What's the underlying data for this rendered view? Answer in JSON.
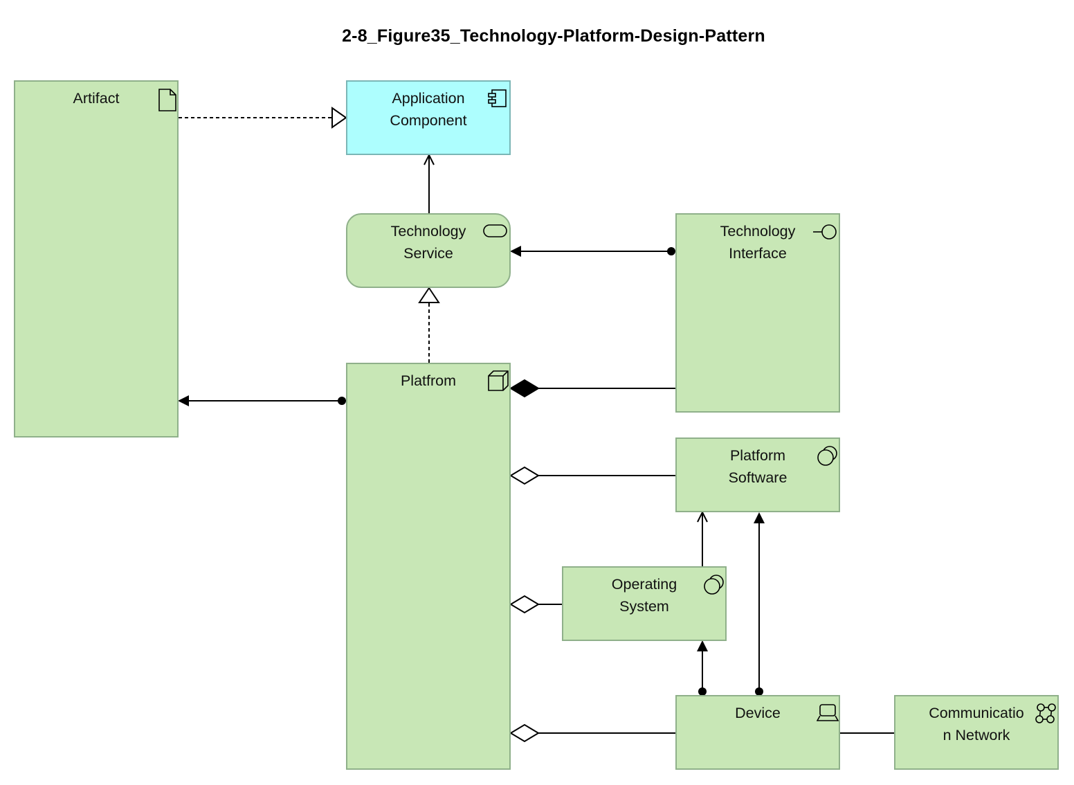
{
  "title": "2-8_Figure35_Technology-Platform-Design-Pattern",
  "elements": {
    "artifact": {
      "lines": [
        "Artifact"
      ],
      "icon": "artifact-icon",
      "color": "#c8e7b6"
    },
    "app_component": {
      "lines": [
        "Application",
        "Component"
      ],
      "icon": "component-icon",
      "color": "#adfefe"
    },
    "tech_service": {
      "lines": [
        "Technology",
        "Service"
      ],
      "icon": "service-icon",
      "color": "#c8e7b6"
    },
    "tech_interface": {
      "lines": [
        "Technology",
        "Interface"
      ],
      "icon": "interface-icon",
      "color": "#c8e7b6"
    },
    "platform": {
      "lines": [
        "Platfrom"
      ],
      "icon": "node-icon",
      "color": "#c8e7b6"
    },
    "platform_software": {
      "lines": [
        "Platform",
        "Software"
      ],
      "icon": "system-software-icon",
      "color": "#c8e7b6"
    },
    "operating_system": {
      "lines": [
        "Operating",
        "System"
      ],
      "icon": "system-software-icon",
      "color": "#c8e7b6"
    },
    "device": {
      "lines": [
        "Device"
      ],
      "icon": "device-icon",
      "color": "#c8e7b6"
    },
    "comm_network": {
      "lines": [
        "Communicatio",
        "n Network"
      ],
      "icon": "network-icon",
      "color": "#c8e7b6"
    }
  },
  "relationships": [
    {
      "from": "artifact",
      "to": "app_component",
      "type": "realization"
    },
    {
      "from": "tech_service",
      "to": "app_component",
      "type": "serving"
    },
    {
      "from": "tech_interface",
      "to": "tech_service",
      "type": "assignment"
    },
    {
      "from": "platform",
      "to": "tech_service",
      "type": "realization"
    },
    {
      "from": "platform",
      "to": "artifact",
      "type": "assignment"
    },
    {
      "from": "platform",
      "to": "tech_interface",
      "type": "composition"
    },
    {
      "from": "platform",
      "to": "platform_software",
      "type": "aggregation"
    },
    {
      "from": "platform",
      "to": "operating_system",
      "type": "aggregation"
    },
    {
      "from": "platform",
      "to": "device",
      "type": "aggregation"
    },
    {
      "from": "operating_system",
      "to": "platform_software",
      "type": "serving"
    },
    {
      "from": "device",
      "to": "operating_system",
      "type": "assignment"
    },
    {
      "from": "device",
      "to": "platform_software",
      "type": "assignment"
    },
    {
      "from": "device",
      "to": "comm_network",
      "type": "association"
    }
  ]
}
